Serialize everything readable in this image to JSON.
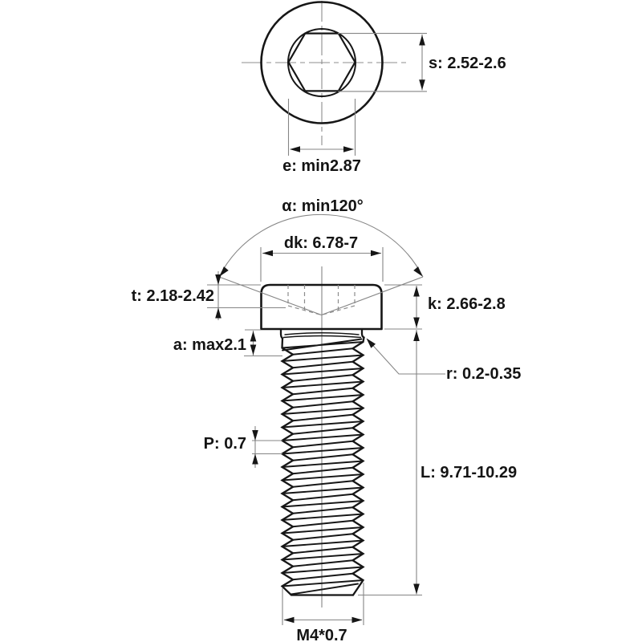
{
  "drawing": {
    "kind": "engineering-drawing",
    "background": "#ffffff",
    "outline_color": "#161616",
    "dimension_line_color": "#858585",
    "views": {
      "top_view": "hex-socket-top-view",
      "front_view": "threaded-screw-front-view"
    }
  },
  "dimensions": {
    "socket_across_flats": {
      "symbol": "s",
      "text": "s: 2.52-2.6"
    },
    "socket_across_corners": {
      "symbol": "e",
      "text": "e: min2.87"
    },
    "countersink_angle": {
      "symbol": "α",
      "text": "α: min120°"
    },
    "head_diameter": {
      "symbol": "dk",
      "text": "dk: 6.78-7"
    },
    "socket_depth": {
      "symbol": "t",
      "text": "t: 2.18-2.42"
    },
    "head_height": {
      "symbol": "k",
      "text": "k: 2.66-2.8"
    },
    "thread_runout": {
      "symbol": "a",
      "text": "a: max2.1"
    },
    "under_head_fillet": {
      "symbol": "r",
      "text": "r: 0.2-0.35"
    },
    "thread_pitch": {
      "symbol": "P",
      "text": "P: 0.7"
    },
    "length": {
      "symbol": "L",
      "text": "L: 9.71-10.29"
    },
    "thread_designation": {
      "symbol": "M",
      "text": "M4*0.7"
    }
  }
}
